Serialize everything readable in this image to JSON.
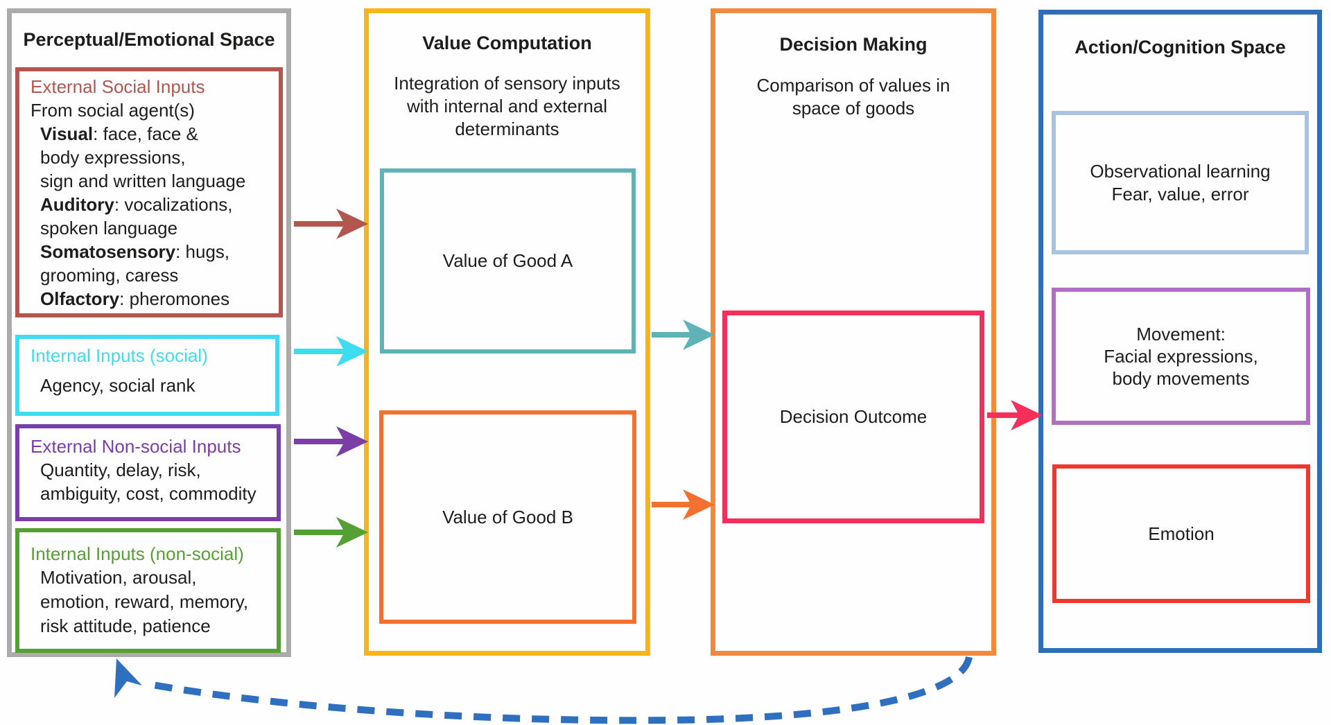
{
  "palette": {
    "text": "#1d1d1b",
    "panel_gray": "#ababab",
    "panel_yellow": "#f9b513",
    "panel_orange": "#f18a3d",
    "panel_blue": "#2f6eb6",
    "brick": "#b2574f",
    "cyan": "#3edcef",
    "purple": "#7b3ea8",
    "green": "#55a034",
    "teal": "#5fb3b8",
    "orange_box": "#f4702f",
    "pink": "#f4305a",
    "light_blue": "#a8c3e2",
    "mauve": "#b16fc2",
    "red": "#f0372e",
    "feedback_blue": "#2f6fbf"
  },
  "panels": {
    "perceptual": {
      "title": "Perceptual/Emotional Space",
      "external_social": {
        "title": "External Social Inputs",
        "intro": "From social agent(s)",
        "lines": [
          {
            "b": "Visual",
            "t": ": face, face &"
          },
          {
            "b": "",
            "t": "body expressions,"
          },
          {
            "b": "",
            "t": "sign and written language"
          },
          {
            "b": "Auditory",
            "t": ": vocalizations,"
          },
          {
            "b": "",
            "t": "spoken language"
          },
          {
            "b": "Somatosensory",
            "t": ": hugs,"
          },
          {
            "b": "",
            "t": "grooming, caress"
          },
          {
            "b": "Olfactory",
            "t": ": pheromones"
          }
        ]
      },
      "internal_social": {
        "title": "Internal Inputs (social)",
        "body": "Agency, social rank"
      },
      "external_nonsocial": {
        "title": "External Non-social Inputs",
        "body": "Quantity, delay, risk,\nambiguity, cost, commodity"
      },
      "internal_nonsocial": {
        "title": "Internal Inputs (non-social)",
        "body": "Motivation, arousal,\nemotion, reward, memory,\nrisk attitude, patience"
      }
    },
    "value_computation": {
      "title": "Value Computation",
      "subtitle": "Integration of sensory inputs\nwith internal and external\ndeterminants",
      "good_a": "Value of Good A",
      "good_b": "Value of Good B"
    },
    "decision_making": {
      "title": "Decision Making",
      "subtitle": "Comparison of values in\nspace of goods",
      "outcome": "Decision Outcome"
    },
    "action_cognition": {
      "title": "Action/Cognition Space",
      "observational": "Observational learning\nFear, value, error",
      "movement": "Movement:\nFacial expressions,\nbody movements",
      "emotion": "Emotion"
    }
  }
}
